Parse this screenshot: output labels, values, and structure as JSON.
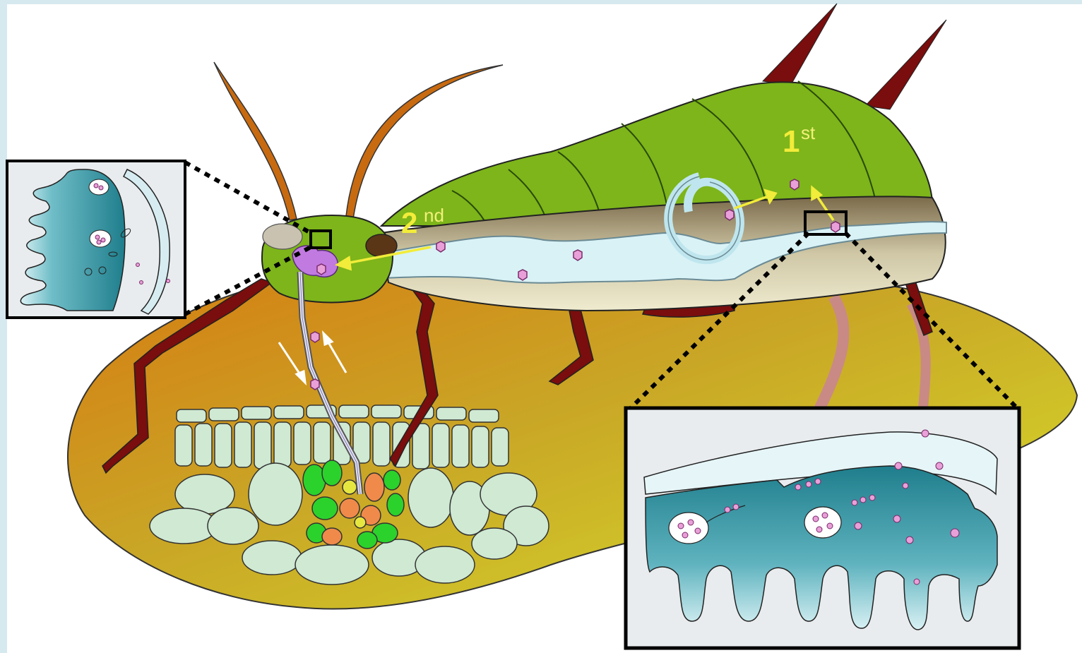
{
  "diagram": {
    "labels": {
      "first_digit": "1",
      "first_suffix": "st",
      "second_digit": "2",
      "second_suffix": "nd"
    },
    "colors": {
      "leaf": "#c8c82a",
      "leaf_dark": "#d08a20",
      "body_green": "#7db51a",
      "body_dark_green": "#4f8a10",
      "leg": "#7a0d0d",
      "antenna": "#c86a10",
      "hemolymph": "#d9f2f6",
      "virion": "#e9a0d8",
      "gut_teal": "#2a8a99",
      "arrow_yellow": "#f2ec3a"
    },
    "icons": [
      "virion-hexagon",
      "salivary-gland",
      "stylet",
      "midgut-inset",
      "salivary-inset"
    ]
  }
}
